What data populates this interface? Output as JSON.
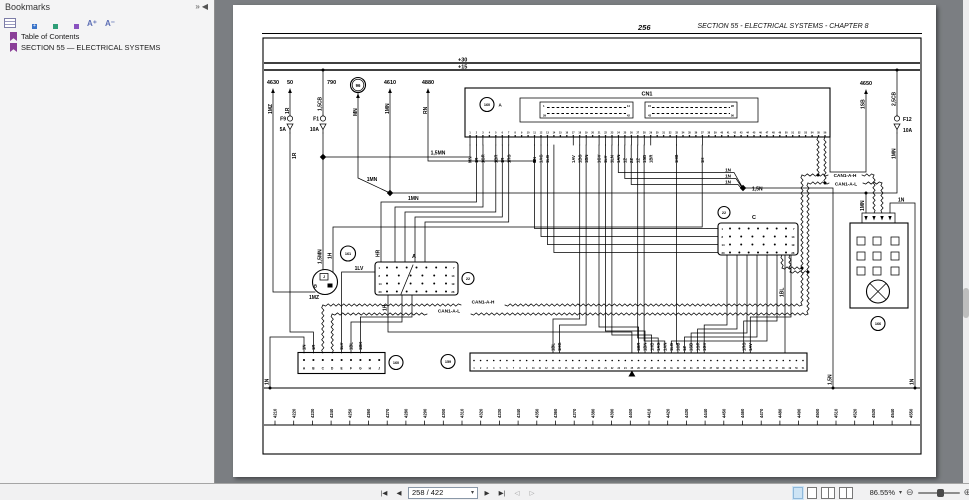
{
  "bookmarks_panel": {
    "title": "Bookmarks",
    "header_icons": {
      "expand": "»",
      "collapse": "◀"
    },
    "toolbar": {
      "new_badge": "+",
      "text_increase": "A⁺",
      "text_decrease": "A⁻"
    },
    "items": [
      "Table of Contents",
      "SECTION 55 — ELECTRICAL SYSTEMS"
    ]
  },
  "page_header": {
    "page_number": "256",
    "title": "SECTION 55 - ELECTRICAL SYSTEMS - CHAPTER 8"
  },
  "bottom_toolbar": {
    "page_field": "258 / 422",
    "zoom_level": "86.55%",
    "icons": {
      "first_page": "|◀",
      "prev_page": "◀",
      "next_page": "▶",
      "last_page": "▶|",
      "prev_view": "◁",
      "next_view": "▷",
      "zoom_out": "⊖",
      "zoom_in": "⊕",
      "caret": "▾"
    }
  },
  "diagram": {
    "labels": [
      [
        "plus30",
        "+30",
        196,
        24.5,
        {
          "f": 5.5
        }
      ],
      [
        "plus15",
        "+15",
        196,
        31.5,
        {
          "f": 5.5
        }
      ],
      [
        "w4630",
        "4630",
        11,
        47,
        {
          "a": "m",
          "f": 5.5
        }
      ],
      [
        "w50",
        "50",
        28,
        47,
        {
          "a": "m",
          "f": 5.5
        }
      ],
      [
        "w790",
        "790",
        65,
        47,
        {
          "f": 5.5
        }
      ],
      [
        "w4610",
        "4610",
        128,
        47,
        {
          "a": "m",
          "f": 5.5
        }
      ],
      [
        "w4880",
        "4880",
        166,
        47,
        {
          "a": "m",
          "f": 5.5
        }
      ],
      [
        "w4650",
        "4650",
        604,
        48,
        {
          "a": "m",
          "f": 5.5
        }
      ],
      [
        "c1mz",
        "1MZ",
        10,
        77,
        {
          "r": 1
        }
      ],
      [
        "c1r",
        "1R",
        27,
        77,
        {
          "r": 1
        }
      ],
      [
        "c15cb",
        "1,5CB",
        59.5,
        74,
        {
          "r": 1
        }
      ],
      [
        "cmn",
        "MN",
        95,
        79,
        {
          "r": 1
        }
      ],
      [
        "c1mn",
        "1MN",
        127,
        77,
        {
          "r": 1
        }
      ],
      [
        "crn",
        "RN",
        165,
        77,
        {
          "r": 1
        }
      ],
      [
        "c1sb",
        "1SB",
        602.5,
        72,
        {
          "r": 1
        }
      ],
      [
        "c25cb",
        "2,5CB",
        633.5,
        69,
        {
          "r": 1
        }
      ],
      [
        "f9",
        "F9",
        24,
        83.5,
        {
          "a": "e"
        }
      ],
      [
        "f9a",
        "5A",
        24,
        94,
        {
          "a": "e"
        }
      ],
      [
        "f1",
        "F1",
        57,
        83.5,
        {
          "a": "e"
        }
      ],
      [
        "f1a",
        "10A",
        57,
        94,
        {
          "a": "e"
        }
      ],
      [
        "f12",
        "F12",
        641,
        84,
        {}
      ],
      [
        "f12a",
        "10A",
        641,
        95,
        {}
      ],
      [
        "c1rb",
        "1R",
        34,
        122,
        {
          "r": 1
        }
      ],
      [
        "c1mnb",
        "1MN",
        633.5,
        122,
        {
          "r": 1
        }
      ],
      [
        "ref96",
        "96",
        96,
        49.8,
        {
          "a": "m",
          "f": 4.3
        }
      ],
      [
        "ref160a",
        "160",
        225,
        69,
        {
          "a": "m",
          "f": 3.8
        }
      ],
      [
        "refA",
        "A",
        236.5,
        69.5,
        {
          "f": 4.5
        }
      ],
      [
        "cn1t",
        "CN1",
        385,
        58.5,
        {
          "a": "m",
          "f": 5.5
        }
      ],
      [
        "s1",
        "1",
        281,
        70,
        {
          "f": 2.8
        }
      ],
      [
        "s14",
        "14",
        368,
        70,
        {
          "a": "e",
          "f": 2.8
        }
      ],
      [
        "s29",
        "29",
        281,
        79.5,
        {
          "f": 2.8
        }
      ],
      [
        "s42",
        "42",
        368,
        79.5,
        {
          "a": "e",
          "f": 2.8
        }
      ],
      [
        "s15",
        "15",
        386,
        70,
        {
          "f": 2.8
        }
      ],
      [
        "s28",
        "28",
        472,
        70,
        {
          "a": "e",
          "f": 2.8
        }
      ],
      [
        "s43",
        "43",
        386,
        79.5,
        {
          "f": 2.8
        }
      ],
      [
        "s56",
        "56",
        472,
        79.5,
        {
          "a": "e",
          "f": 2.8
        }
      ],
      [
        "b15mn",
        "1,5MN",
        176,
        117.5,
        {
          "a": "m"
        }
      ],
      [
        "b1mn1",
        "1MN",
        110,
        144,
        {
          "a": "m"
        }
      ],
      [
        "b1mn2",
        "1MN",
        146,
        163,
        {}
      ],
      [
        "ref161",
        "161",
        86,
        218,
        {
          "a": "m",
          "f": 3.8
        }
      ],
      [
        "g15mn",
        "1,5MN",
        59.5,
        227,
        {
          "r": 1
        }
      ],
      [
        "g1h",
        "1H",
        69.5,
        222,
        {
          "r": 1
        }
      ],
      [
        "ahr",
        "HR",
        117.5,
        220,
        {
          "r": 1
        }
      ],
      [
        "a1lv",
        "1LV",
        97,
        233,
        {
          "a": "m"
        }
      ],
      [
        "connA",
        "A",
        152,
        221,
        {
          "a": "m",
          "f": 5.5
        }
      ],
      [
        "ref22a",
        "22",
        206,
        243,
        {
          "a": "m",
          "f": 3.8
        }
      ],
      [
        "a1h",
        "1H",
        124.5,
        274,
        {
          "r": 1
        }
      ],
      [
        "g1mz",
        "1MZ",
        57,
        262,
        {
          "a": "e"
        }
      ],
      [
        "gB",
        "B",
        53.5,
        250.5,
        {
          "a": "m",
          "f": 4.2
        }
      ],
      [
        "gJ",
        "J",
        62,
        241,
        {
          "a": "m",
          "f": 3.8
        }
      ],
      [
        "connC",
        "C",
        492,
        182,
        {
          "a": "m",
          "f": 5.5
        }
      ],
      [
        "ref22c",
        "22",
        462,
        177,
        {
          "a": "m",
          "f": 3.8
        }
      ],
      [
        "c1bl",
        "1BL",
        521.5,
        260,
        {
          "r": 1
        }
      ],
      [
        "canhr",
        "CAN1-A-H",
        583,
        140,
        {
          "a": "m",
          "f": 4.7
        }
      ],
      [
        "canlr",
        "CAN1-A-L",
        584,
        148.5,
        {
          "a": "m",
          "f": 4.7
        }
      ],
      [
        "canhl",
        "CAN1-A-H",
        221,
        266.5,
        {
          "a": "m",
          "f": 4.7
        }
      ],
      [
        "canll",
        "CAN1-A-L",
        187,
        275.5,
        {
          "a": "m",
          "f": 4.7
        }
      ],
      [
        "n1a",
        "1N",
        469,
        134.5,
        {
          "a": "e",
          "f": 4.6
        }
      ],
      [
        "n1b",
        "1N",
        469,
        140.5,
        {
          "a": "e",
          "f": 4.6
        }
      ],
      [
        "n1c",
        "1N",
        469,
        146.5,
        {
          "a": "e",
          "f": 4.6
        }
      ],
      [
        "n15",
        "1,5N",
        490,
        153.5,
        {}
      ],
      [
        "kn1",
        "1N",
        636,
        164.5,
        {}
      ],
      [
        "k1mn",
        "1MN",
        602,
        174,
        {
          "r": 1
        }
      ],
      [
        "ref166",
        "166",
        616,
        288,
        {
          "a": "m",
          "f": 3.8
        }
      ],
      [
        "ref160b",
        "160",
        134,
        327,
        {
          "a": "m",
          "f": 3.8
        }
      ],
      [
        "ref159",
        "159",
        186,
        326,
        {
          "a": "m",
          "f": 3.8
        }
      ],
      [
        "bot15n",
        "1,5N",
        569.5,
        348,
        {
          "r": 1
        }
      ],
      [
        "botn1r",
        "1N",
        651.5,
        348,
        {
          "r": 1
        }
      ],
      [
        "botn1l",
        "1N",
        6.5,
        348,
        {
          "r": 1
        }
      ]
    ],
    "cn1": {
      "pin_count": 56,
      "pin_codes": [
        {
          "pin": 1,
          "code": "MN"
        },
        {
          "pin": 2,
          "code": "1R"
        },
        {
          "pin": 3,
          "code": "1GR"
        },
        {
          "pin": 5,
          "code": "1BR"
        },
        {
          "pin": 6,
          "code": "1R"
        },
        {
          "pin": 7,
          "code": "1RG"
        },
        {
          "pin": 11,
          "code": "RN"
        },
        {
          "pin": 12,
          "code": "1AG"
        },
        {
          "pin": 13,
          "code": "1LG"
        },
        {
          "pin": 17,
          "code": "1AV"
        },
        {
          "pin": 18,
          "code": "1BG"
        },
        {
          "pin": 19,
          "code": "1BN"
        },
        {
          "pin": 21,
          "code": "1GV"
        },
        {
          "pin": 22,
          "code": "1LV"
        },
        {
          "pin": 23,
          "code": "1LN"
        },
        {
          "pin": 24,
          "code": "1AN"
        },
        {
          "pin": 25,
          "code": "1Z"
        },
        {
          "pin": 26,
          "code": "2Z"
        },
        {
          "pin": 27,
          "code": "1Z"
        },
        {
          "pin": 28,
          "code": "1SB"
        },
        {
          "pin": 29,
          "code": "1BR"
        },
        {
          "pin": 33,
          "code": "1HB"
        },
        {
          "pin": 37,
          "code": "1H"
        }
      ]
    },
    "conn_grid_rows": [
      {
        "l": "1",
        "r": "7",
        "n": 7
      },
      {
        "l": "8",
        "r": "13",
        "n": 6
      },
      {
        "l": "14",
        "r": "19",
        "n": 6
      },
      {
        "l": "20",
        "r": "26",
        "n": 7
      }
    ],
    "left_conn": {
      "pins": [
        "A",
        "B",
        "C",
        "D",
        "E",
        "F",
        "G",
        "H",
        "J"
      ],
      "codes": [
        {
          "pin": 1,
          "code": "1N"
        },
        {
          "pin": 2,
          "code": "1R"
        },
        {
          "pin": 5,
          "code": "1LV"
        },
        {
          "pin": 6,
          "code": "1BL"
        },
        {
          "pin": 7,
          "code": "1BK"
        }
      ]
    },
    "long_conn": {
      "pin_count": 51,
      "codes": [
        {
          "pin": 13,
          "code": "1BL"
        },
        {
          "pin": 14,
          "code": "1HG"
        },
        {
          "pin": 26,
          "code": "1BR"
        },
        {
          "pin": 27,
          "code": "1BN"
        },
        {
          "pin": 28,
          "code": "1HB"
        },
        {
          "pin": 29,
          "code": "1AG"
        },
        {
          "pin": 30,
          "code": "1AN"
        },
        {
          "pin": 31,
          "code": "1LG"
        },
        {
          "pin": 32,
          "code": "1CB"
        },
        {
          "pin": 33,
          "code": "1Z"
        },
        {
          "pin": 34,
          "code": "1SB"
        },
        {
          "pin": 35,
          "code": "1GR"
        },
        {
          "pin": 36,
          "code": "1GV"
        },
        {
          "pin": 42,
          "code": "1RG"
        },
        {
          "pin": 43,
          "code": "1AV"
        }
      ]
    },
    "bottom_wire_numbers": [
      "4210",
      "4220",
      "4230",
      "4240",
      "4250",
      "4260",
      "4270",
      "4280",
      "4290",
      "4300",
      "4310",
      "4320",
      "4330",
      "4340",
      "4350",
      "4360",
      "4370",
      "4380",
      "4390",
      "4400",
      "4410",
      "4420",
      "4430",
      "4440",
      "4450",
      "4460",
      "4470",
      "4480",
      "4490",
      "4500",
      "4510",
      "4520",
      "4530",
      "4540",
      "4550"
    ]
  }
}
